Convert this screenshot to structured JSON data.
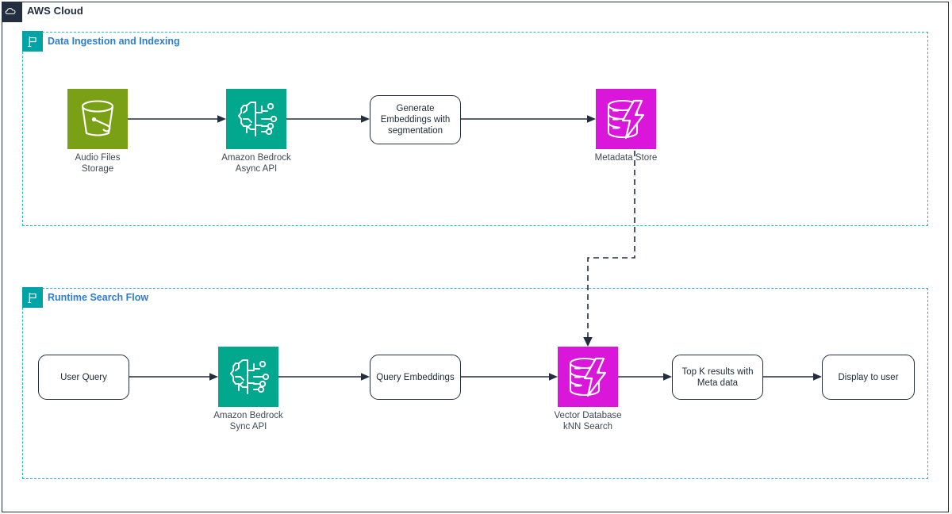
{
  "cloud": {
    "title": "AWS Cloud",
    "icon": "aws-cloud-icon",
    "border_color": "#232f3e"
  },
  "groups": [
    {
      "id": "data-ingestion-and-indexing",
      "title": "Data Ingestion and Indexing",
      "icon": "group-flag-icon",
      "border_color": "#29b5c8",
      "title_color": "#2d7dd2",
      "badge_color": "#00a4a6"
    },
    {
      "id": "runtime-search-flow",
      "title": "Runtime Search Flow",
      "icon": "group-flag-icon",
      "border_color": "#29b5c8",
      "title_color": "#2d7dd2",
      "badge_color": "#00a4a6"
    }
  ],
  "ingestion_nodes": {
    "audio_storage": {
      "label_line1": "Audio Files",
      "label_line2": "Storage",
      "icon": "s3-bucket-icon",
      "color": "#7aa116"
    },
    "bedrock_async": {
      "label_line1": "Amazon Bedrock",
      "label_line2": "Async API",
      "icon": "bedrock-brain-icon",
      "color": "#01a88d"
    },
    "generate_embeddings": {
      "label": "Generate Embeddings with segmentation"
    },
    "metadata_store": {
      "label": "Metadata Store",
      "icon": "database-lightning-icon",
      "color": "#d916d9"
    }
  },
  "runtime_nodes": {
    "user_query": {
      "label": "User Query"
    },
    "bedrock_sync": {
      "label_line1": "Amazon Bedrock",
      "label_line2": "Sync API",
      "icon": "bedrock-brain-icon",
      "color": "#01a88d"
    },
    "query_embeddings": {
      "label": "Query Embeddings"
    },
    "vector_database": {
      "label_line1": "Vector Database",
      "label_line2": "kNN Search",
      "icon": "database-lightning-icon",
      "color": "#d916d9"
    },
    "top_k_results": {
      "label": "Top K results with Meta data"
    },
    "display_to_user": {
      "label": "Display to user"
    }
  },
  "connectors": {
    "style_solid": "solid",
    "style_dashed": "dashed",
    "color": "#232f3e"
  }
}
